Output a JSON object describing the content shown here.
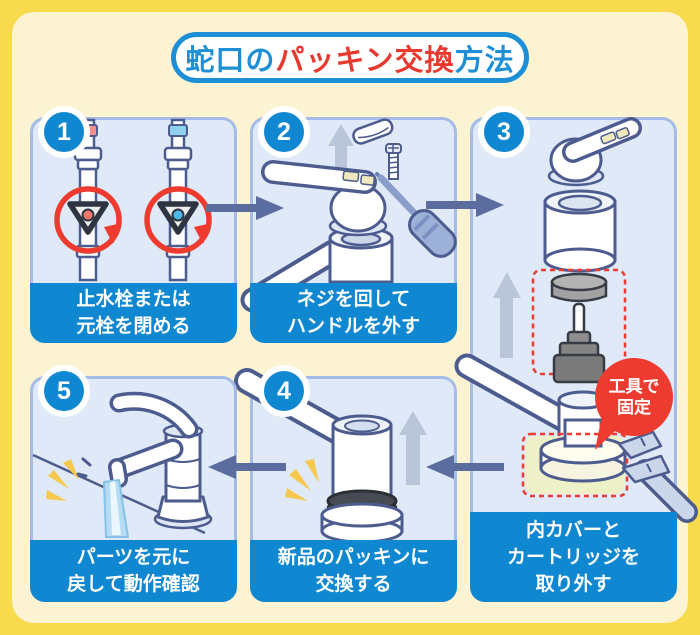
{
  "title": {
    "part1": "蛇口の",
    "part2": "パッキン交換",
    "part3": "方法"
  },
  "steps": [
    {
      "number": "1",
      "caption": [
        "止水栓または",
        "元栓を閉める"
      ],
      "alt": "two supply pipes with shutoff valves turned clockwise (red rotation arrows)"
    },
    {
      "number": "2",
      "caption": [
        "ネジを回して",
        "ハンドルを外す"
      ],
      "alt": "lever handle lifted off, cap and screw removed with screwdriver"
    },
    {
      "number": "3",
      "caption": [
        "内カバーと",
        "カートリッジを",
        "取り外す"
      ],
      "alt": "inner cover and cartridge pulled out while wrench holds the base",
      "callout": [
        "工具で",
        "固定"
      ]
    },
    {
      "number": "4",
      "caption": [
        "新品のパッキンに",
        "交換する"
      ],
      "alt": "new packing ring placed on the faucet base"
    },
    {
      "number": "5",
      "caption": [
        "パーツを元に",
        "戻して動作確認"
      ],
      "alt": "reassembled faucet running water"
    }
  ],
  "palette": {
    "frame_yellow": "#f8da4d",
    "background_cream": "#fcf3d2",
    "title_blue": "#1d8fd6",
    "title_red": "#e8392e",
    "caption_blue": "#0f87d1",
    "panel_fill": "#dfe9f8",
    "panel_border": "#a5bce8",
    "flow_arrow": "#5b6d9e",
    "outline_slate": "#4d5c8f",
    "red_accent": "#ee3b2f",
    "lift_arrow_gray": "#b9c5d9",
    "hot_tab": "#f59090",
    "cold_tab": "#8fd0ec",
    "sparkle_yellow": "#f6c94e",
    "highlight_yellow": "#eef0c8",
    "water_blue": "#b5dcf2"
  }
}
